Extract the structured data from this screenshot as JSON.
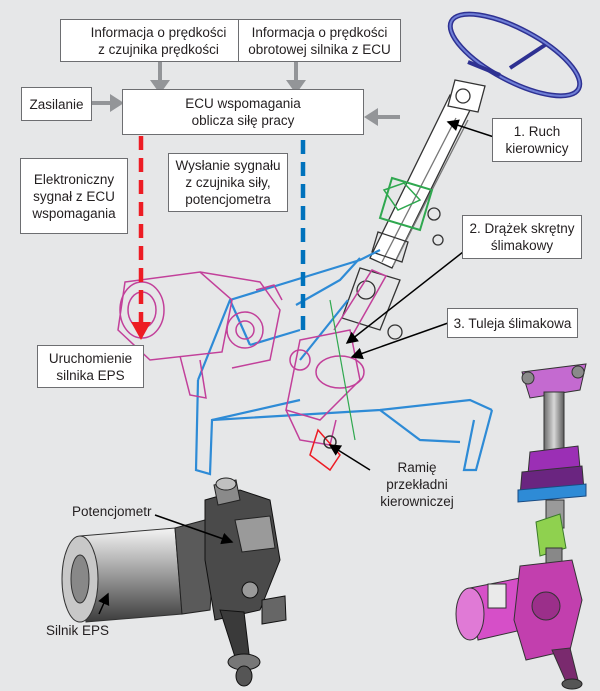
{
  "boxes": {
    "speed_sensor": "Informacja o prędkości\nz czujnika prędkości",
    "engine_speed": "Informacja o prędkości\nobrotowej silnika z ECU",
    "power": "Zasilanie",
    "ecu": "ECU wspomagania\noblicza siłę pracy",
    "electronic_signal": "Elektroniczny\nsygnał z ECU\nwspomagania",
    "force_signal": "Wysłanie sygnału\nz czujnika siły,\npotencjometra",
    "motor_start": "Uruchomienie\nsilnika EPS",
    "wheel_motion": "1. Ruch\nkierownicy",
    "torsion_bar": "2. Drążek skrętny\nślimakowy",
    "worm_sleeve": "3. Tuleja ślimakowa"
  },
  "labels": {
    "gear_arm": "Ramię\nprzekładni\nkierowniczej",
    "potentiometer": "Potencjometr",
    "eps_motor": "Silnik EPS"
  },
  "colors": {
    "background": "#e6e7e8",
    "flow_arrow": "#939598",
    "red_signal": "#ed1c24",
    "blue_signal": "#0072bc",
    "frame": "#2e8bd6",
    "magenta_part": "#c2409a",
    "green_part": "#2fa84f"
  }
}
